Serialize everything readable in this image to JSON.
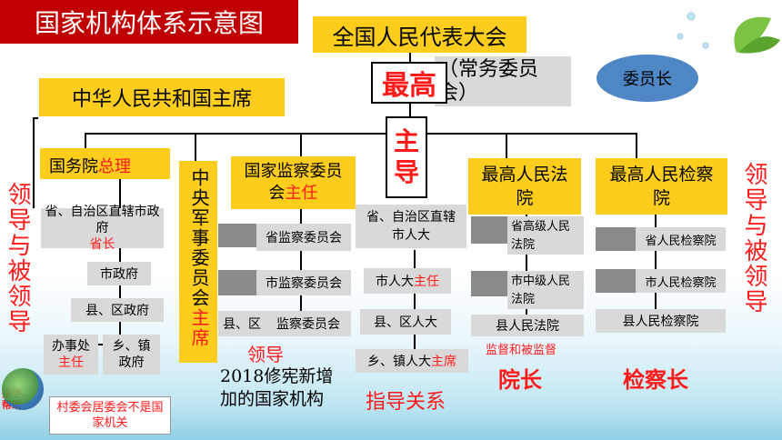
{
  "title": "国家机构体系示意图",
  "npc": "全国人民代表大会",
  "standing_committee": "（常务委员会）",
  "chairman_oval": "委员长",
  "supreme_badge": "最高",
  "president": "中华人民共和国主席",
  "leading_badge": "主导",
  "left_vertical": "领导与被领导",
  "right_vertical": "领导与被领导",
  "state_council": {
    "label": "国务院",
    "role": "总理"
  },
  "cmc": {
    "label": "中央军事委员会",
    "role": "主席"
  },
  "supervision": {
    "label": "国家监察委员会",
    "role": "主任"
  },
  "court": {
    "label": "最高人民法院"
  },
  "procuratorate": {
    "label": "最高人民检察院"
  },
  "sc_items": {
    "provincial": "省、自治区直辖市政府",
    "provincial_role": "省长",
    "city": "市政府",
    "county": "县、区政府",
    "office": "办事处",
    "office_role": "主任",
    "township": "乡、镇政府"
  },
  "village_note": "村委会居委会不是国家机关",
  "guide_note": "指导、帮助",
  "sup_items": {
    "provincial": "省监察委员会",
    "city": "市监察委员会",
    "county_prefix": "县、区",
    "county": "监察委员会"
  },
  "sup_leading": "领导",
  "sup_note": "2018修宪新增加的国家机构",
  "npc_items": {
    "provincial": "省、自治区直辖市人大",
    "city": "市人大",
    "city_role": "主任",
    "county": "县、区人大",
    "township": "乡、镇人大",
    "township_role": "主席"
  },
  "npc_relation": "指导关系",
  "court_items": {
    "provincial": "省高级人民法院",
    "city": "市中级人民法院",
    "county": "县人民法院"
  },
  "court_note": "监督和被监督",
  "court_head": "院长",
  "proc_items": {
    "provincial": "省人民检察院",
    "city": "市人民检察院",
    "county": "县人民检察院"
  },
  "proc_head": "检察长",
  "colors": {
    "title_bg": "#c00000",
    "box_yellow": "#fccd1c",
    "box_grey": "#d9d9d9",
    "red_text": "#ff1a1a",
    "oval": "#4f86c6"
  }
}
